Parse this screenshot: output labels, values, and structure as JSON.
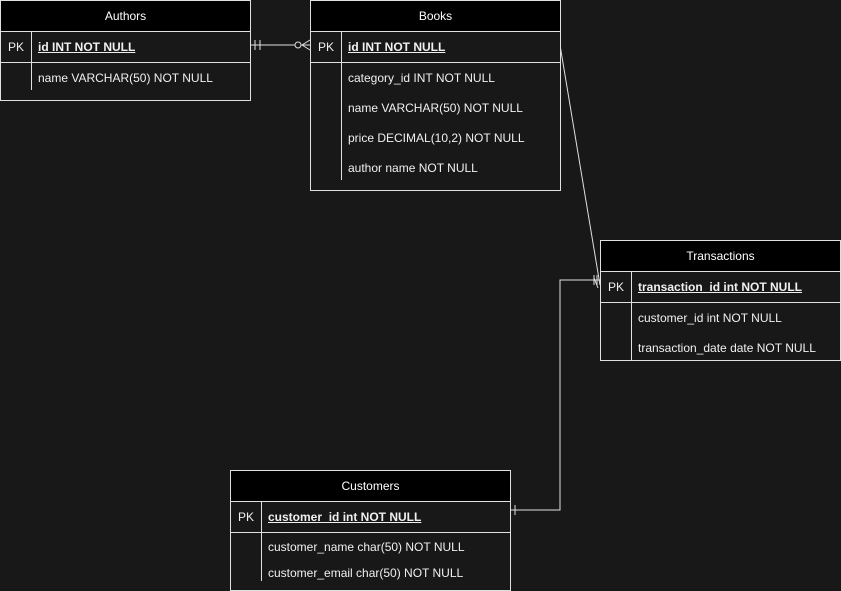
{
  "entities": {
    "authors": {
      "title": "Authors",
      "pk_label": "PK",
      "pk_field": "id INT NOT NULL",
      "fields": [
        "name VARCHAR(50) NOT NULL"
      ]
    },
    "books": {
      "title": "Books",
      "pk_label": "PK",
      "pk_field": "id INT NOT NULL",
      "fields": [
        "category_id INT NOT NULL",
        "name VARCHAR(50) NOT NULL",
        "price DECIMAL(10,2) NOT NULL",
        "author name NOT NULL"
      ]
    },
    "transactions": {
      "title": "Transactions",
      "pk_label": "PK",
      "pk_field": "transaction_id int NOT NULL",
      "fields": [
        "customer_id int NOT NULL",
        "transaction_date date NOT NULL"
      ]
    },
    "customers": {
      "title": "Customers",
      "pk_label": "PK",
      "pk_field": "customer_id int NOT NULL",
      "fields": [
        "customer_name char(50) NOT NULL",
        "customer_email char(50) NOT NULL"
      ]
    }
  },
  "colors": {
    "background": "#181818",
    "line": "#e0e0e0",
    "header": "#000000",
    "text": "#f0f0f0"
  }
}
